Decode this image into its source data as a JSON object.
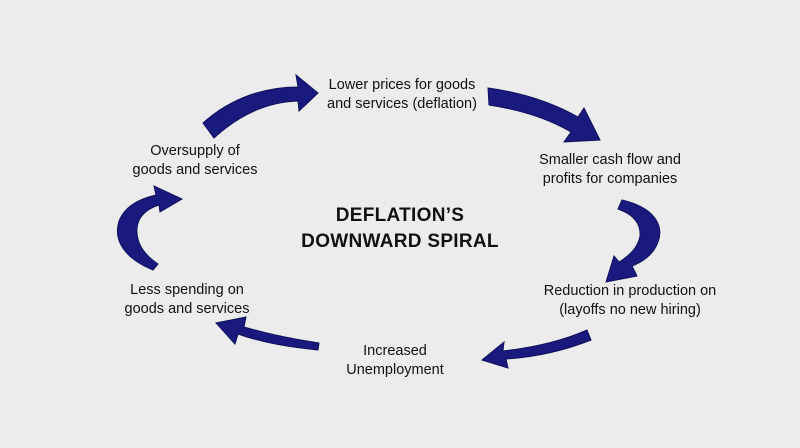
{
  "title": {
    "line1": "DEFLATION’S",
    "line2": "DOWNWARD SPIRAL"
  },
  "nodes": {
    "lower_prices": {
      "line1": "Lower prices for goods",
      "line2": "and services (deflation)"
    },
    "smaller_cash": {
      "line1": "Smaller cash flow and",
      "line2": "profits for companies"
    },
    "reduction": {
      "line1": "Reduction in production on",
      "line2": "(layoffs no new hiring)"
    },
    "unemployment": {
      "line1": "Increased",
      "line2": "Unemployment"
    },
    "less_spending": {
      "line1": "Less spending on",
      "line2": "goods and services"
    },
    "oversupply": {
      "line1": "Oversupply of",
      "line2": "goods and services"
    }
  },
  "colors": {
    "background": "#ececec",
    "arrow": "#1a1a7e",
    "text": "#111111"
  }
}
